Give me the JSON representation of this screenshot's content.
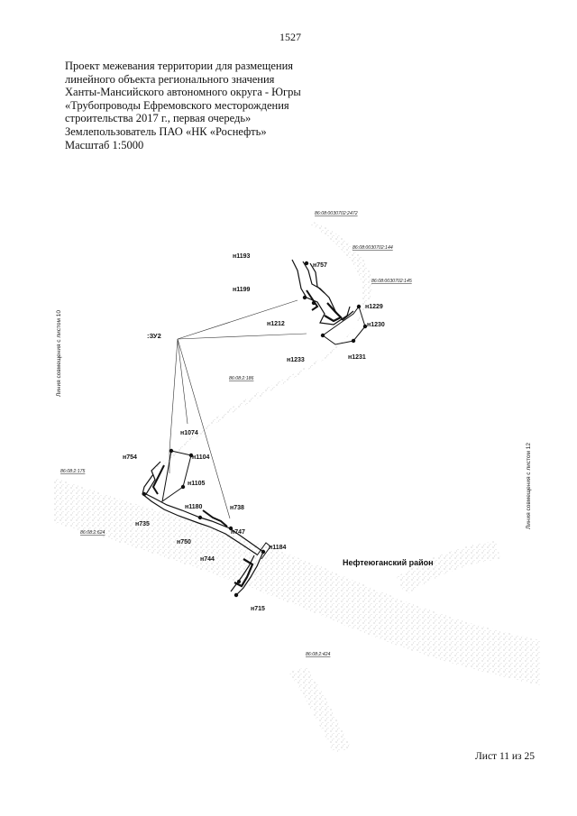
{
  "page_number": "1527",
  "title_lines": [
    "Проект межевания территории для размещения",
    "линейного объекта регионального значения",
    "Ханты-Мансийского автономного округа - Югры",
    "«Трубопроводы Ефремовского месторождения",
    "строительства 2017 г., первая очередь»",
    "Землепользователь ПАО «НК «Роснефть»",
    "Масштаб 1:5000"
  ],
  "sheet_label": "Лист 11 из 25",
  "match_line_left": "Линия совмещения с листом 10",
  "match_line_right": "Линия совмещения с листом 12",
  "zone_label": ":ЗУ2",
  "district_label": "Нефтеюганский район",
  "cadastral_labels": [
    "86:08:0030702:2472",
    "86:08:0030702:144",
    "86:08:0030702:145",
    "86:08:2:186",
    "86:08:2:175",
    "86:08:2:624",
    "86:08:2:424"
  ],
  "point_labels": [
    "н1193",
    "н757",
    "н1199",
    "н1229",
    "н1212",
    "н1230",
    "н1233",
    "н1231",
    "н1074",
    "н754",
    "н1104",
    "н1105",
    "н1180",
    "н738",
    "н735",
    "н747",
    "н750",
    "н1184",
    "н744",
    "н715"
  ],
  "colors": {
    "ink": "#111111",
    "stipple": "#c8c8c8"
  }
}
